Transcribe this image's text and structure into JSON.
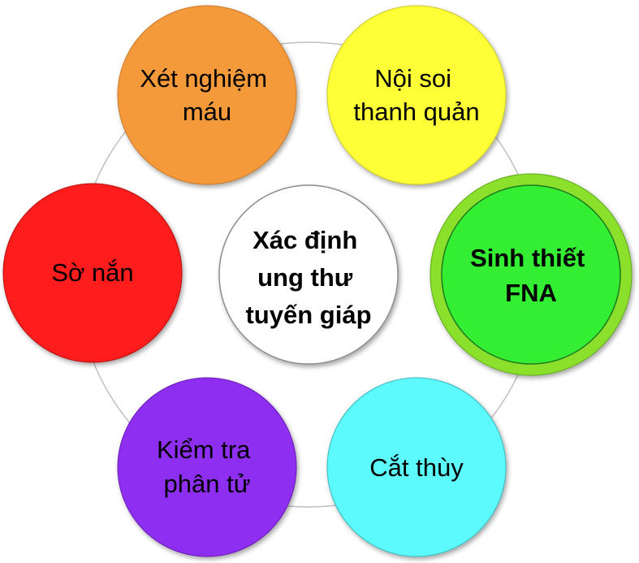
{
  "diagram": {
    "center": {
      "lines": [
        "Xác định",
        "ung thư",
        "tuyến giáp"
      ],
      "color": "#ffffff"
    },
    "nodes": [
      {
        "id": "xet-nghiem-mau",
        "lines": [
          "Xét nghiệm",
          "máu"
        ],
        "color": "#f59a3b"
      },
      {
        "id": "noi-soi-thanh-quan",
        "lines": [
          "Nội soi",
          "thanh quản"
        ],
        "color": "#ffff38"
      },
      {
        "id": "sinh-thiet-fna",
        "lines": [
          "Sinh thiết",
          "FNA"
        ],
        "color": "#33ee33",
        "ring_color": "#8ae02a",
        "highlighted": true
      },
      {
        "id": "cat-thuy",
        "lines": [
          "Cắt thùy"
        ],
        "color": "#5cf9fd"
      },
      {
        "id": "kiem-tra-phan-tu",
        "lines": [
          "Kiểm tra",
          "phân tử"
        ],
        "color": "#8e2ef0"
      },
      {
        "id": "so-nan",
        "lines": [
          "Sờ nắn"
        ],
        "color": "#ff1a1a"
      }
    ]
  }
}
